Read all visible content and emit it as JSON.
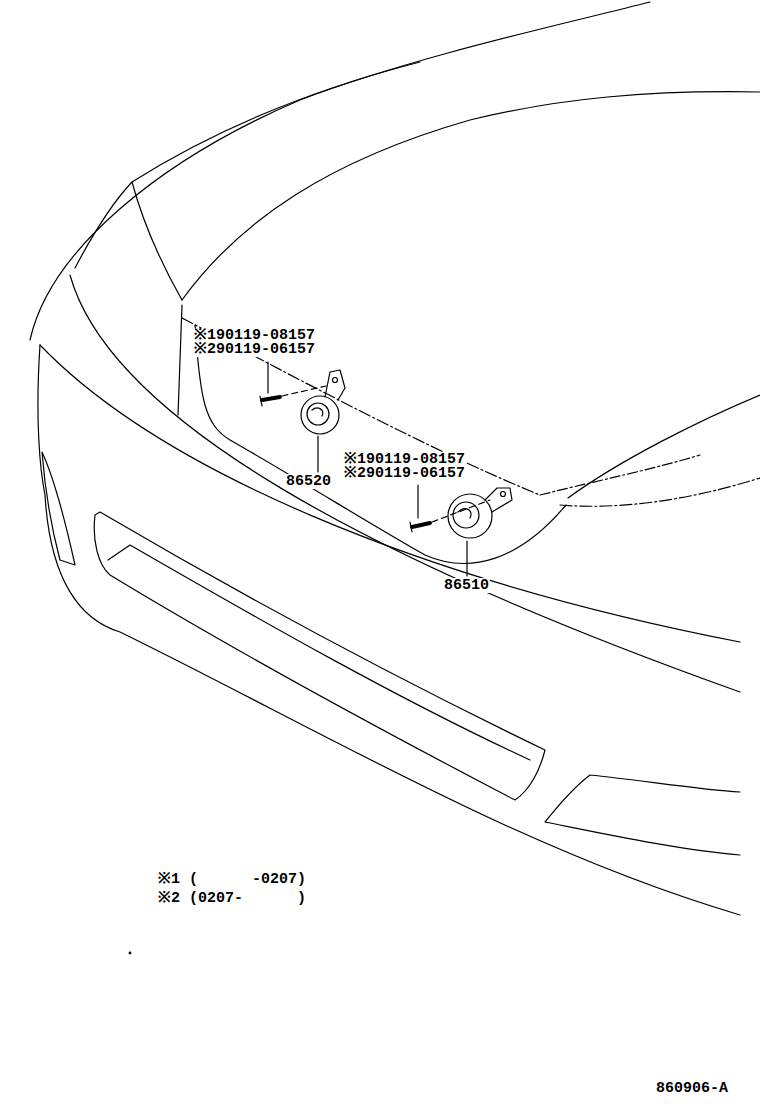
{
  "diagram": {
    "labels": [
      "※190119-08157",
      "※290119-06157",
      "86520",
      "※190119-08157",
      "※290119-06157",
      "86510",
      "※1 (      -0207)",
      "※2 (0207-      )",
      "860906-A"
    ]
  }
}
